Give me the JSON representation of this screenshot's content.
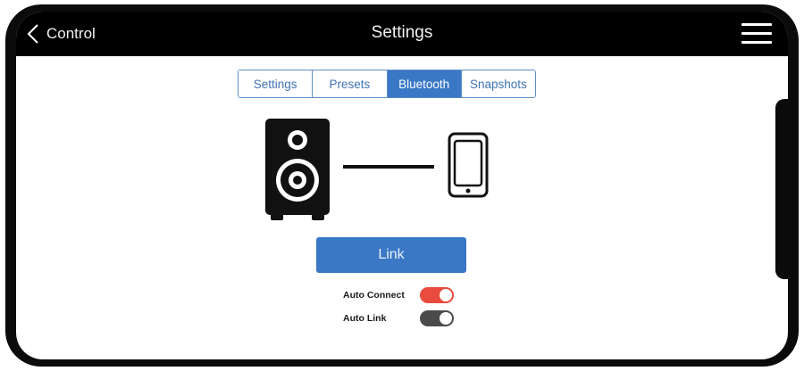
{
  "header": {
    "back_label": "Control",
    "title": "Settings"
  },
  "tabs": [
    {
      "label": "Settings",
      "active": false
    },
    {
      "label": "Presets",
      "active": false
    },
    {
      "label": "Bluetooth",
      "active": true
    },
    {
      "label": "Snapshots",
      "active": false
    }
  ],
  "bluetooth": {
    "link_button_label": "Link",
    "toggles": [
      {
        "label": "Auto Connect",
        "on": true
      },
      {
        "label": "Auto Link",
        "on": false
      }
    ]
  },
  "icons": {
    "back": "chevron-left-icon",
    "menu": "hamburger-menu-icon",
    "speaker": "speaker-icon",
    "phone": "smartphone-icon"
  },
  "colors": {
    "accent": "#3a78c5",
    "toggle_on": "#e94b3c",
    "toggle_off": "#4b4b4b"
  }
}
